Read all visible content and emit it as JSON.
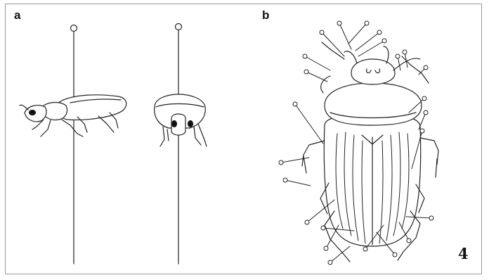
{
  "panels": {
    "a": {
      "label": "a"
    },
    "b": {
      "label": "b"
    }
  },
  "figure_number": "4",
  "colors": {
    "line": "#222222",
    "frame": "#9a9a9a",
    "eye": "#111111"
  }
}
